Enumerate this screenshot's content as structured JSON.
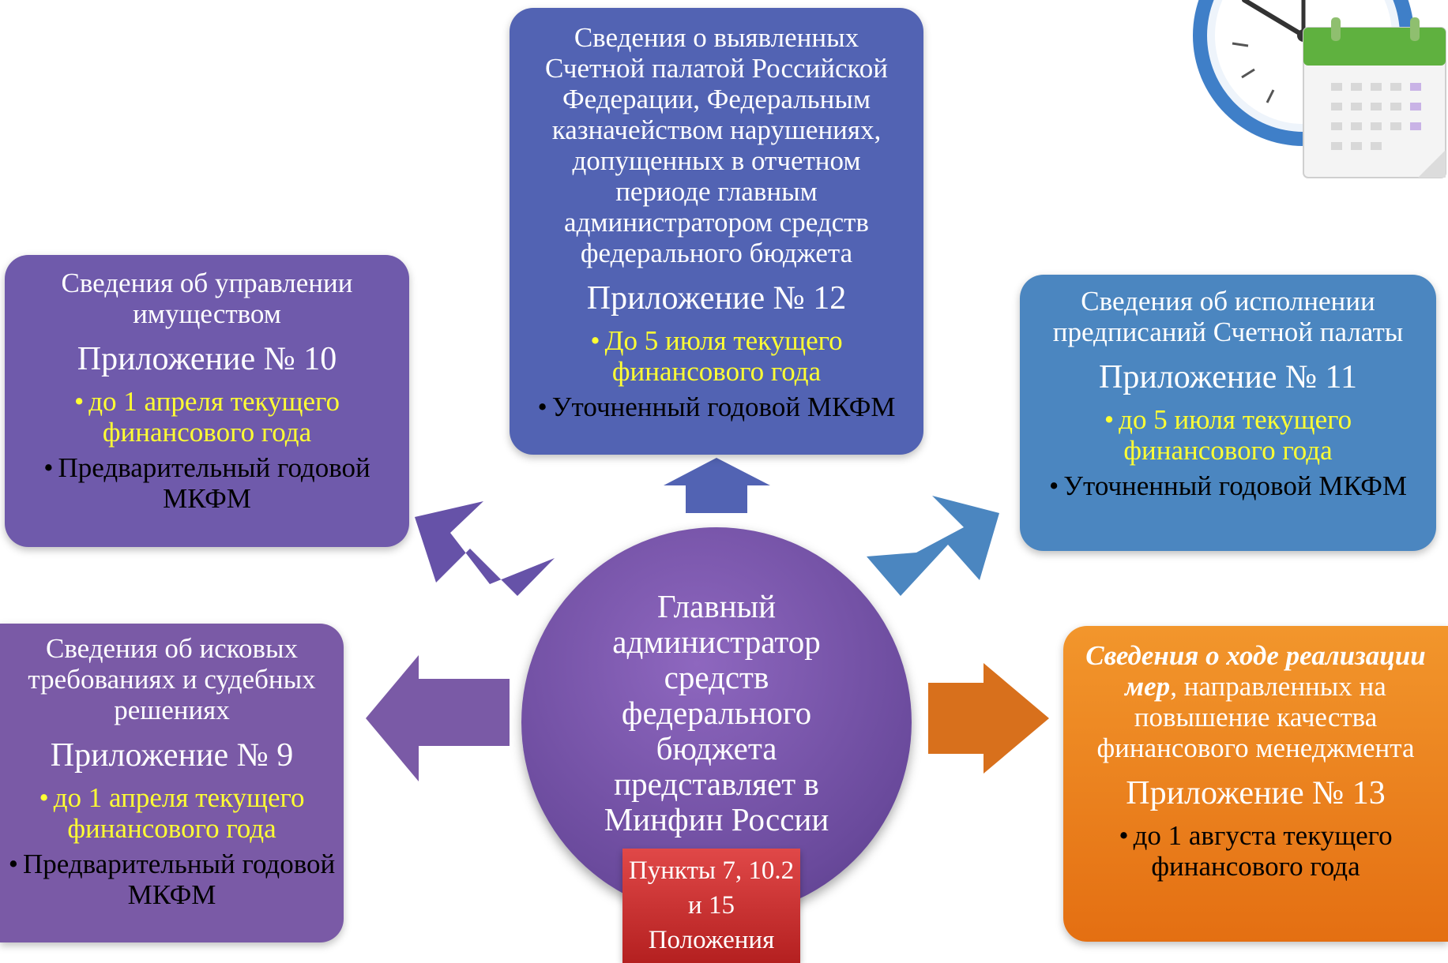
{
  "center": {
    "text": "Главный администратор средств федерального бюджета представляет в Минфин России"
  },
  "reference": {
    "text": "Пункты 7, 10.2 и 15 Положения"
  },
  "boxes": {
    "box12": {
      "description": "Сведения о выявленных Счетной палатой Российской Федерации, Федеральным казначейством нарушениях, допущенных в отчетном периоде главным администратором средств федерального бюджета",
      "appendix": "Приложение № 12",
      "deadline": "До 5 июля текущего финансового года",
      "form": "Уточненный годовой МКФМ"
    },
    "box10": {
      "description": "Сведения об управлении имуществом",
      "appendix": "Приложение № 10",
      "deadline": "до 1 апреля текущего финансового года",
      "form": "Предварительный годовой МКФМ"
    },
    "box11": {
      "description": "Сведения об исполнении предписаний Счетной палаты",
      "appendix": "Приложение № 11",
      "deadline": "до 5 июля текущего финансового года",
      "form": "Уточненный годовой МКФМ"
    },
    "box9": {
      "description": "Сведения об исковых требованиях и судебных решениях",
      "appendix": "Приложение № 9",
      "deadline": "до 1 апреля текущего финансового года",
      "form": "Предварительный годовой МКФМ"
    },
    "box13": {
      "description_italic": "Сведения о ходе реализации мер",
      "description_rest": ", направленных на повышение качества финансового менеджмента",
      "appendix": "Приложение № 13",
      "deadline": "до 1 августа текущего финансового года"
    }
  },
  "bullet": "•",
  "colors": {
    "box12": "#5263b3",
    "box10": "#6f5aab",
    "box11": "#4b86c0",
    "box9": "#7a5aa6",
    "box13": "#f08a25",
    "center": "#7a56ad",
    "reference": "#c83232",
    "deadline_text": "#ffff33"
  },
  "icons": [
    "clock-icon",
    "calendar-icon"
  ]
}
